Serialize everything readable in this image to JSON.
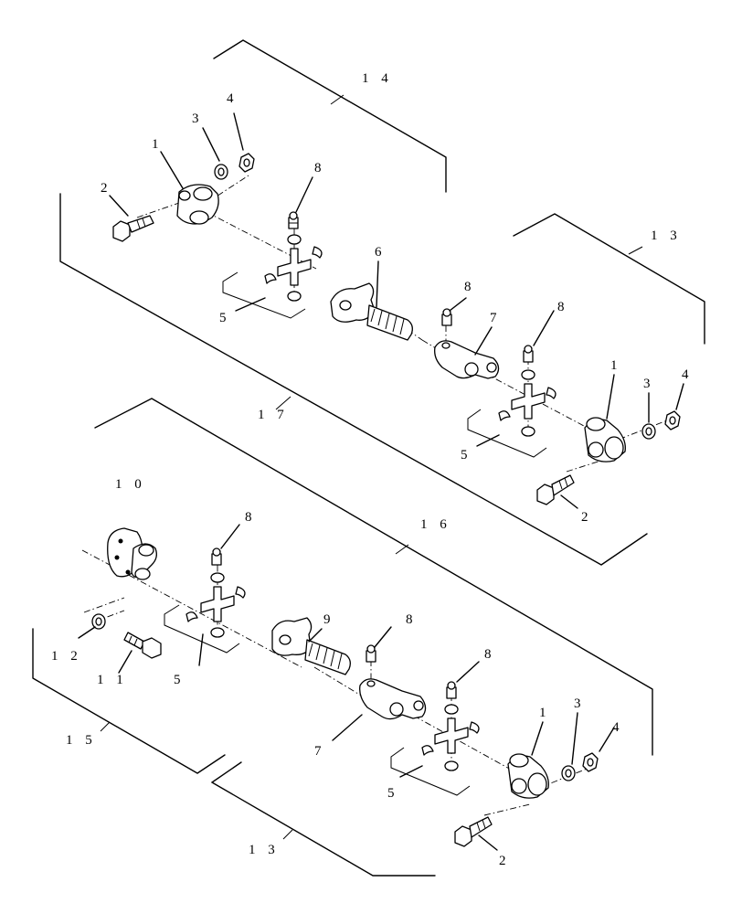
{
  "callouts": {
    "c14": "1 4",
    "c13a": "1 3",
    "c17": "1 7",
    "c16": "1 6",
    "c15": "1 5",
    "c13b": "1 3",
    "c10": "1 0",
    "c12": "1 2",
    "c11": "1 1",
    "u_1": "1",
    "u_2": "2",
    "u_3": "3",
    "u_4": "4",
    "u_5": "5",
    "u_6": "6",
    "u_8": "8",
    "m_8a": "8",
    "m_7": "7",
    "m_8b": "8",
    "m_1": "1",
    "m_3": "3",
    "m_4": "4",
    "m_5": "5",
    "m_2": "2",
    "l_8a": "8",
    "l_5": "5",
    "l_9": "9",
    "l_8b": "8",
    "l_7": "7",
    "l_8c": "8",
    "l_5b": "5",
    "l_1": "1",
    "l_3": "3",
    "l_4": "4",
    "l_2": "2"
  }
}
